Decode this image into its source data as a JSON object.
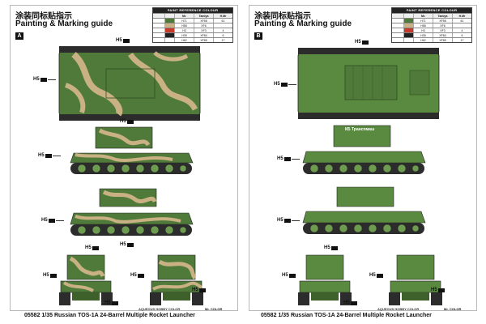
{
  "sheets": [
    {
      "title_cn": "涂装同标贴指示",
      "title_en": "Painting & Marking guide",
      "letter": "A",
      "ref_table": {
        "heading": "PAINT REFERENCE COLOUR",
        "columns": [
          "",
          "",
          "Mr.",
          "Tamiya",
          "H.Mr"
        ],
        "rows": [
          [
            "",
            "",
            "H71",
            "XF58",
            "61"
          ],
          [
            "",
            "",
            "H58",
            "XF6",
            ""
          ],
          [
            "",
            "",
            "H3",
            "XF3",
            "4"
          ],
          [
            "",
            "",
            "H35",
            "XF84",
            "6"
          ],
          [
            "",
            "",
            "H62",
            "XF85",
            "17"
          ]
        ]
      },
      "callouts": [
        "H5",
        "H5",
        "H5",
        "H5",
        "H5",
        "H5",
        "H5",
        "H5",
        "H5",
        "H5",
        "H5"
      ],
      "brand": "AQUEOUS HOBBY COLOR",
      "mr_color": "Mr. COLOR"
    },
    {
      "title_cn": "涂装同标贴指示",
      "title_en": "Painting & Marking guide",
      "letter": "B",
      "ref_table": {
        "heading": "PAINT REFERENCE COLOUR",
        "columns": [
          "",
          "",
          "Mr.",
          "Tamiya",
          "H.Mr"
        ],
        "rows": [
          [
            "",
            "",
            "H71",
            "XF58",
            "61"
          ],
          [
            "",
            "",
            "H58",
            "XF6",
            ""
          ],
          [
            "",
            "",
            "H3",
            "XF3",
            "4"
          ],
          [
            "",
            "",
            "H35",
            "XF84",
            "6"
          ],
          [
            "",
            "",
            "H62",
            "XF85",
            "17"
          ]
        ]
      },
      "callouts": [
        "H5",
        "H5",
        "H5",
        "H5",
        "H5",
        "H5",
        "H5",
        "H5",
        "H5"
      ],
      "vehicle_marking": "КБ Транспмаш",
      "brand": "AQUEOUS HOBBY COLOR",
      "mr_color": "Mr. COLOR"
    }
  ],
  "captions": [
    "05582 1/35 Russian TOS-1A 24-Barrel Multiple Rocket Launcher",
    "05582 1/35 Russian TOS-1A 24-Barrel Multiple Rocket Launcher"
  ],
  "colors": {
    "green": "#4f7a3a",
    "dark_green": "#3e612c",
    "tan": "#c9b184",
    "light_green": "#6d9b50",
    "track": "#2c2c2c"
  }
}
